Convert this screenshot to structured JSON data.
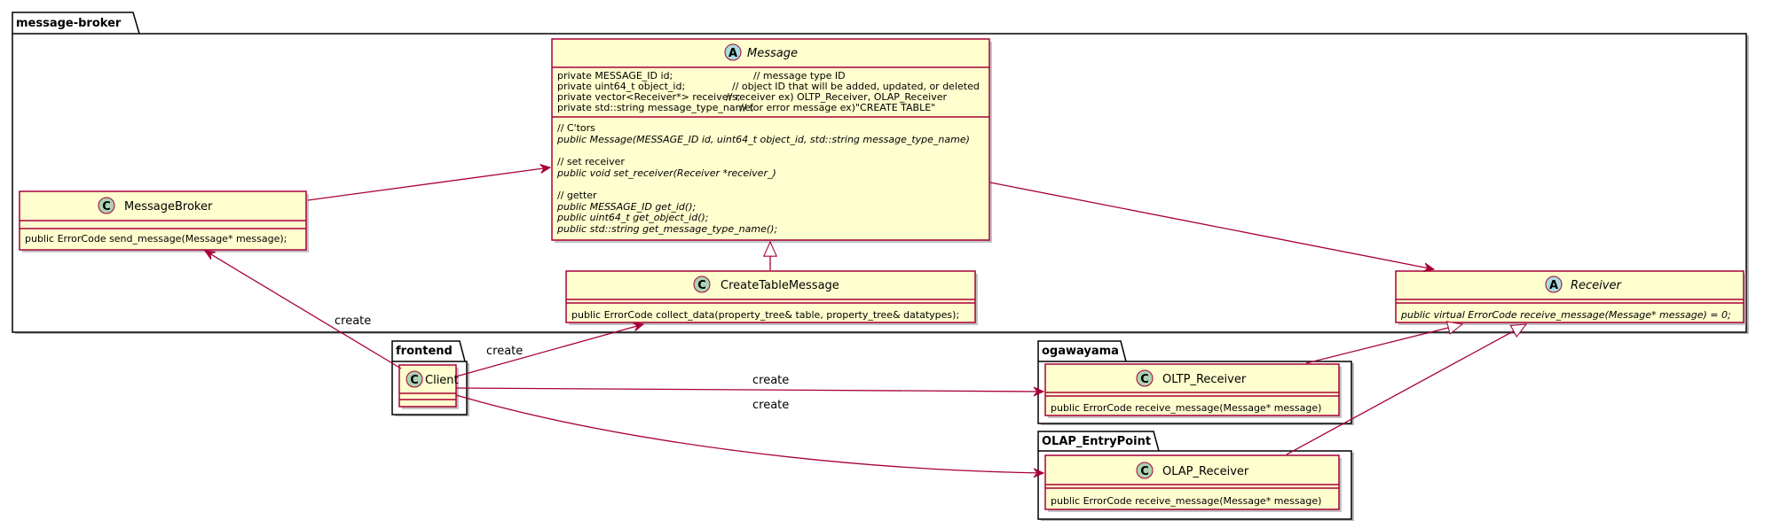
{
  "colors": {
    "class_fill": "#FEFECE",
    "class_border": "#A80036",
    "arrow": "#A80036",
    "badge_class": "#ADD1B2",
    "badge_abstract": "#A9DCDF",
    "package_border": "#000000",
    "shadow": "#8a8a8a"
  },
  "packages": {
    "message_broker": {
      "name": "message-broker"
    },
    "frontend": {
      "name": "frontend"
    },
    "ogawayama": {
      "name": "ogawayama"
    },
    "olap_entrypoint": {
      "name": "OLAP_EntryPoint"
    }
  },
  "classes": {
    "message": {
      "name": "Message",
      "stereotype": "abstract",
      "badge": "A",
      "fields": [
        {
          "code": "private MESSAGE_ID id;",
          "comment": "// message type ID"
        },
        {
          "code": "private uint64_t object_id;",
          "comment": "// object ID that will be added, updated, or deleted"
        },
        {
          "code": "private vector<Receiver*> receivers;",
          "comment": "// receiver ex) OLTP_Receiver, OLAP_Receiver"
        },
        {
          "code": "private std::string message_type_name;",
          "comment": "// for error message ex)\"CREATE TABLE\""
        }
      ],
      "methods": [
        {
          "text": "// C'tors",
          "italic": false
        },
        {
          "text": "public Message(MESSAGE_ID id, uint64_t object_id, std::string message_type_name)",
          "italic": true
        },
        {
          "text": "",
          "italic": false
        },
        {
          "text": "// set receiver",
          "italic": false
        },
        {
          "text": "public void set_receiver(Receiver *receiver_)",
          "italic": true
        },
        {
          "text": "",
          "italic": false
        },
        {
          "text": "// getter",
          "italic": false
        },
        {
          "text": "public MESSAGE_ID  get_id();",
          "italic": true
        },
        {
          "text": "public uint64_t    get_object_id();",
          "italic": true
        },
        {
          "text": "public std::string get_message_type_name();",
          "italic": true
        }
      ]
    },
    "message_broker": {
      "name": "MessageBroker",
      "badge": "C",
      "methods": [
        {
          "text": "public ErrorCode send_message(Message* message);",
          "italic": false
        }
      ]
    },
    "create_table_message": {
      "name": "CreateTableMessage",
      "badge": "C",
      "methods": [
        {
          "text": "public ErrorCode collect_data(property_tree& table, property_tree& datatypes);",
          "italic": false
        }
      ]
    },
    "receiver": {
      "name": "Receiver",
      "stereotype": "abstract",
      "badge": "A",
      "methods": [
        {
          "text": "public virtual ErrorCode receive_message(Message* message) = 0;",
          "italic": true
        }
      ]
    },
    "client": {
      "name": "Client",
      "badge": "C"
    },
    "oltp_receiver": {
      "name": "OLTP_Receiver",
      "badge": "C",
      "methods": [
        {
          "text": "public ErrorCode receive_message(Message* message)",
          "italic": false
        }
      ]
    },
    "olap_receiver": {
      "name": "OLAP_Receiver",
      "badge": "C",
      "methods": [
        {
          "text": "public ErrorCode receive_message(Message* message)",
          "italic": false
        }
      ]
    }
  },
  "relations": {
    "client_messagebroker": {
      "label": "create"
    },
    "client_createtable": {
      "label": "create"
    },
    "client_oltp": {
      "label": "create"
    },
    "client_olap": {
      "label": "create"
    }
  }
}
